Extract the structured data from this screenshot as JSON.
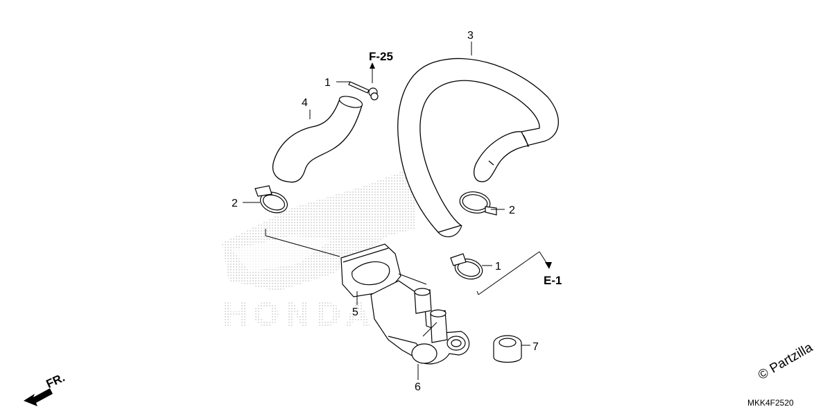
{
  "callouts": {
    "c1_top": "1",
    "c1_right": "1",
    "c2_left": "2",
    "c2_right": "2",
    "c3": "3",
    "c4": "4",
    "c5": "5",
    "c6": "6",
    "c7": "7"
  },
  "refs": {
    "f25": "F-25",
    "e1": "E-1",
    "front": "FR."
  },
  "watermark": {
    "brand": "HONDA",
    "copyright": "© Partzilla"
  },
  "diagram_code": "MKK4F2520"
}
